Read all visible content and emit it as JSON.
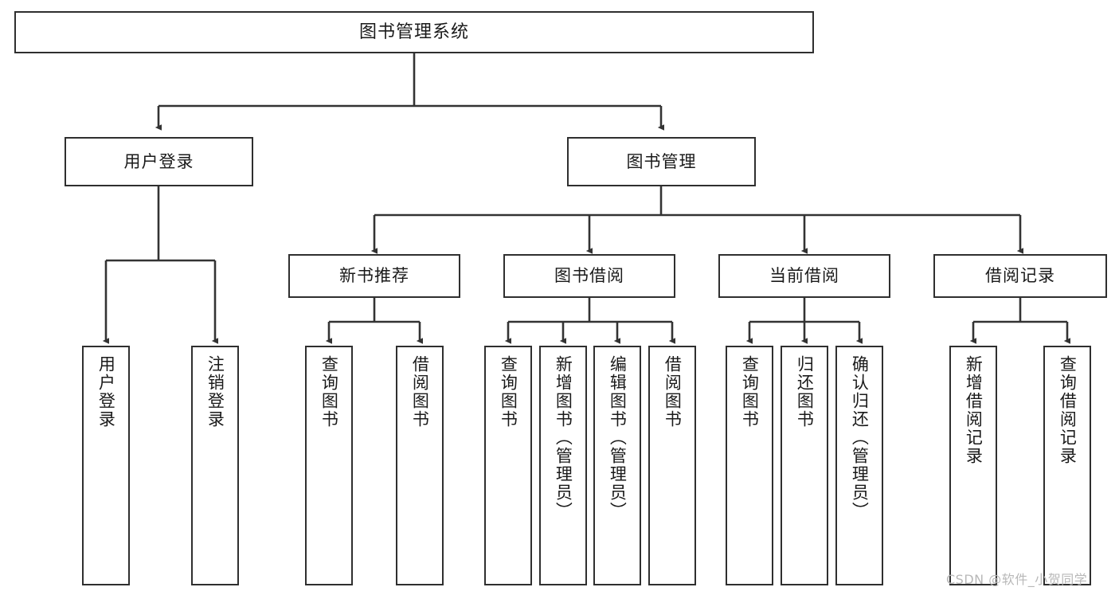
{
  "diagram": {
    "title": "图书管理系统",
    "type": "tree-hierarchy-diagram",
    "root": {
      "label": "图书管理系统"
    },
    "level2": [
      {
        "label": "用户登录"
      },
      {
        "label": "图书管理"
      }
    ],
    "level3": [
      {
        "label": "新书推荐"
      },
      {
        "label": "图书借阅"
      },
      {
        "label": "当前借阅"
      },
      {
        "label": "借阅记录"
      }
    ],
    "leaves": {
      "user_login": [
        {
          "label": "用户登录"
        },
        {
          "label": "注销登录"
        }
      ],
      "new_book_recommend": [
        {
          "label": "查询图书"
        },
        {
          "label": "借阅图书"
        }
      ],
      "book_borrow": [
        {
          "label": "查询图书"
        },
        {
          "label": "新增图书（管理员）"
        },
        {
          "label": "编辑图书（管理员）"
        },
        {
          "label": "借阅图书"
        }
      ],
      "current_borrow": [
        {
          "label": "查询图书"
        },
        {
          "label": "归还图书"
        },
        {
          "label": "确认归还（管理员）"
        }
      ],
      "borrow_record": [
        {
          "label": "新增借阅记录"
        },
        {
          "label": "查询借阅记录"
        }
      ]
    },
    "watermark": "CSDN @软件_小贺同学",
    "colors": {
      "background": "#ffffff",
      "box_border": "#2f2f2f",
      "box_fill": "#ffffff",
      "edge": "#333333",
      "text": "#1a1a1a",
      "watermark": "#b8b8b8"
    }
  }
}
